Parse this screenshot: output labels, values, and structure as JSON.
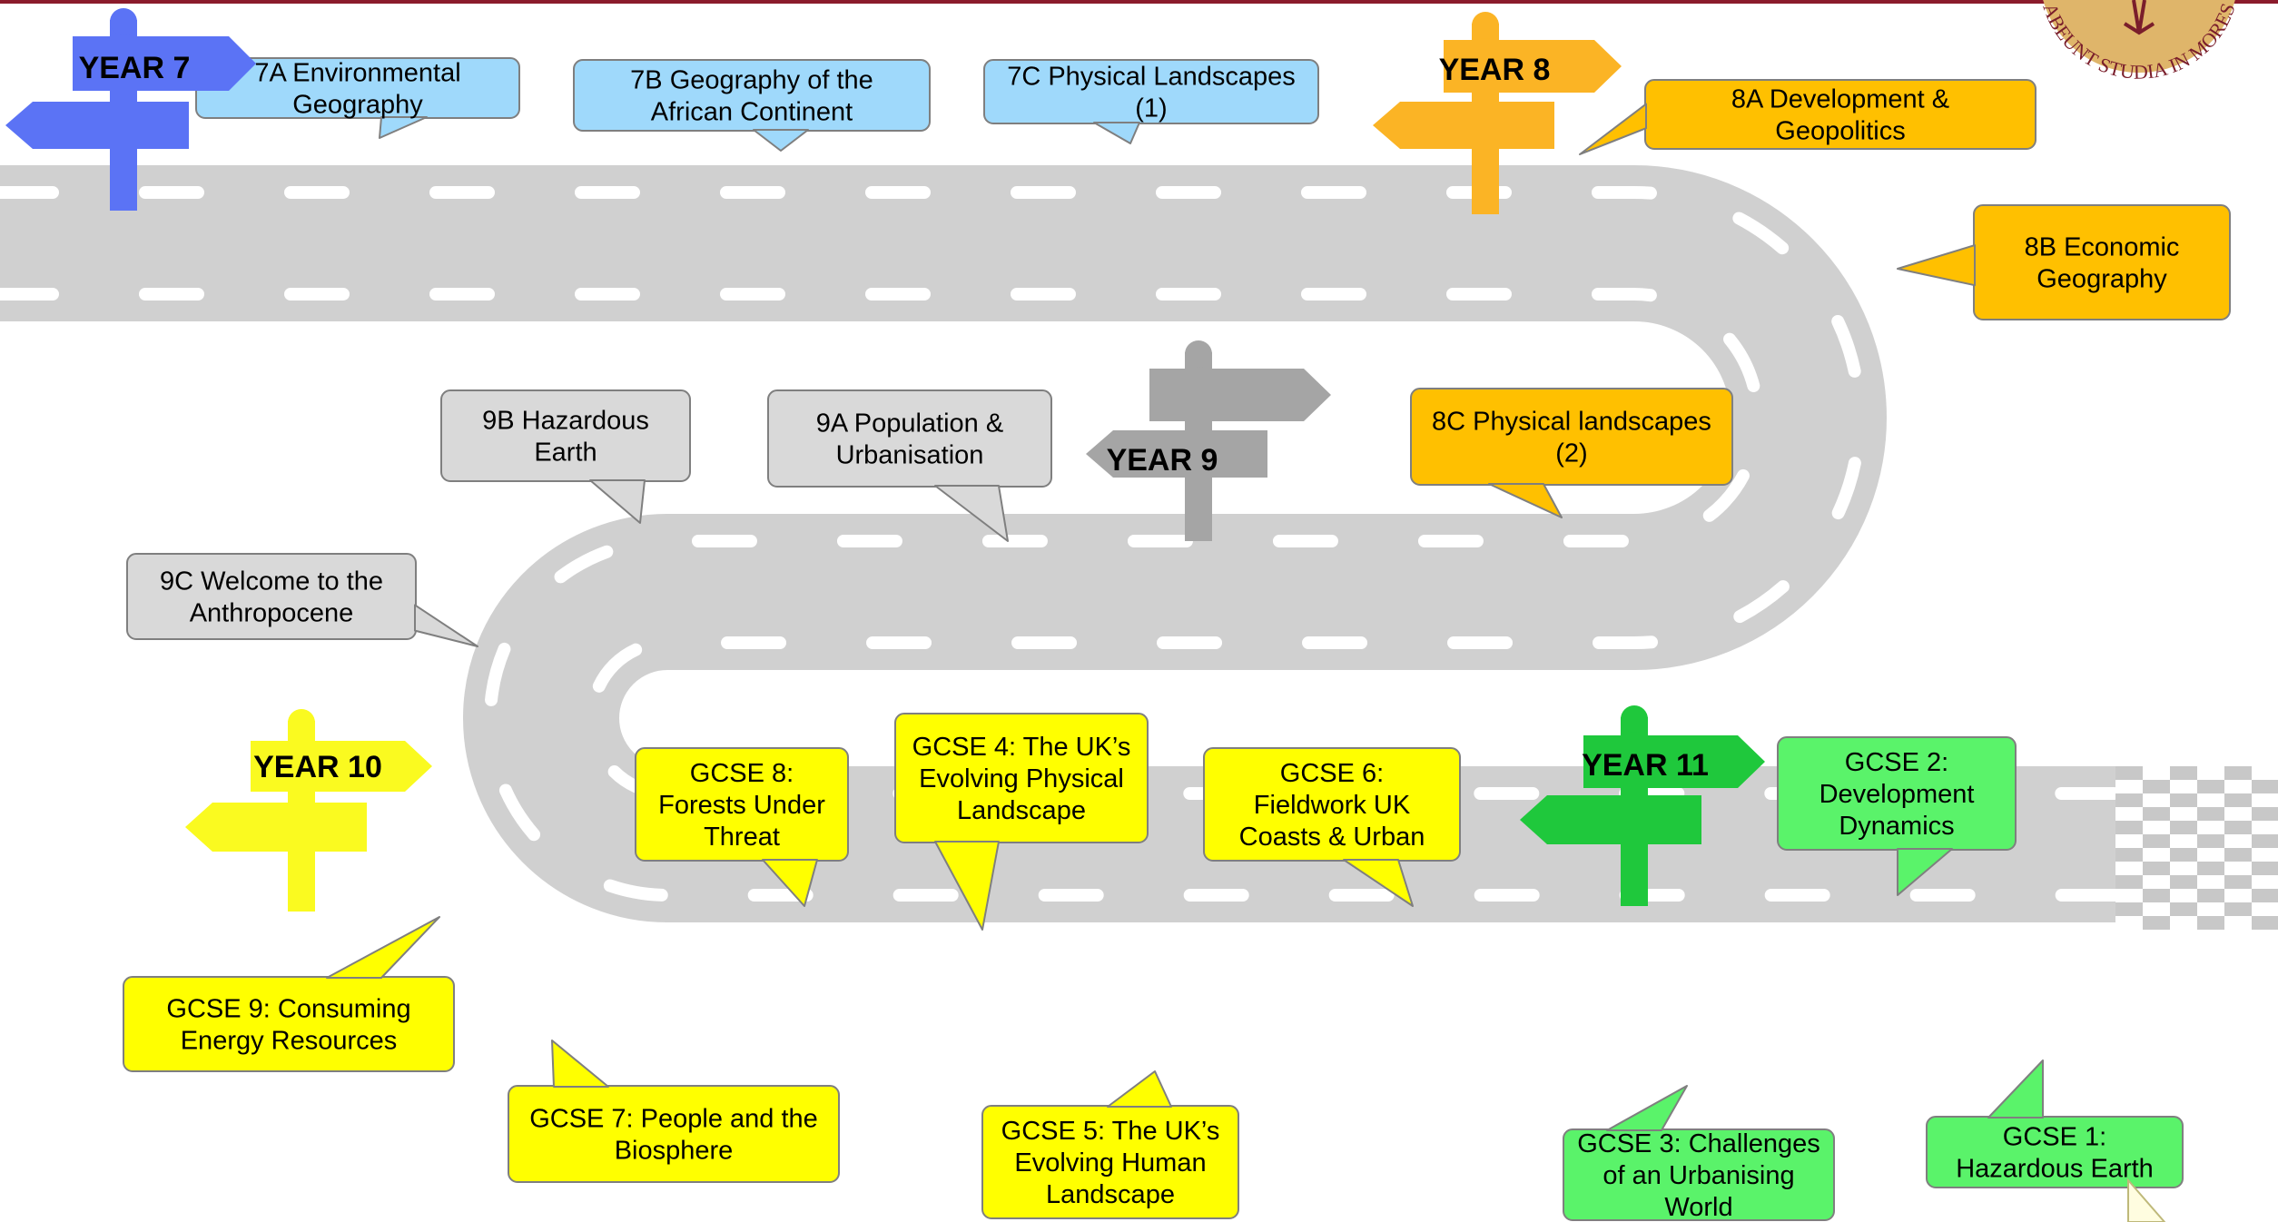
{
  "colors": {
    "year7": "#5b73f5",
    "year7_bubble": "#9fd9fb",
    "year8": "#fbb425",
    "year8_bubble": "#ffc000",
    "year9": "#a5a5a5",
    "year9_bubble": "#d9d9d9",
    "year10": "#fafa20",
    "year10_bubble": "#ffff00",
    "year11": "#1fc83c",
    "year11_bubble": "#5af36a",
    "road": "#d0d0d0",
    "dash": "#ffffff",
    "top_rule": "#8b1b2c",
    "logo": "#dfb56a",
    "logo_text": "#7a1e2b"
  },
  "signposts": [
    {
      "id": "year7",
      "label": "YEAR 7",
      "color_key": "year7",
      "text_color": "#000000"
    },
    {
      "id": "year8",
      "label": "YEAR 8",
      "color_key": "year8",
      "text_color": "#000000"
    },
    {
      "id": "year9",
      "label": "YEAR 9",
      "color_key": "year9",
      "text_color": "#000000"
    },
    {
      "id": "year10",
      "label": "YEAR 10",
      "color_key": "year10",
      "text_color": "#000000"
    },
    {
      "id": "year11",
      "label": "YEAR 11",
      "color_key": "year11",
      "text_color": "#000000"
    }
  ],
  "topics": [
    {
      "id": "7a",
      "lines": [
        "7A Environmental",
        "Geography"
      ],
      "year": "year7"
    },
    {
      "id": "7b",
      "lines": [
        "7B Geography of the",
        "African Continent"
      ],
      "year": "year7"
    },
    {
      "id": "7c",
      "lines": [
        "7C Physical Landscapes",
        "(1)"
      ],
      "year": "year7"
    },
    {
      "id": "8a",
      "lines": [
        "8A Development &",
        "Geopolitics"
      ],
      "year": "year8"
    },
    {
      "id": "8b",
      "lines": [
        "8B Economic",
        "Geography"
      ],
      "year": "year8"
    },
    {
      "id": "8c",
      "lines": [
        "8C Physical landscapes",
        "(2)"
      ],
      "year": "year8"
    },
    {
      "id": "9a",
      "lines": [
        "9A Population &",
        "Urbanisation"
      ],
      "year": "year9"
    },
    {
      "id": "9b",
      "lines": [
        "9B Hazardous",
        "Earth"
      ],
      "year": "year9"
    },
    {
      "id": "9c",
      "lines": [
        "9C Welcome to the",
        "Anthropocene"
      ],
      "year": "year9"
    },
    {
      "id": "gcse9",
      "lines": [
        "GCSE 9: Consuming",
        "Energy Resources"
      ],
      "year": "year10"
    },
    {
      "id": "gcse8",
      "lines": [
        "GCSE 8:",
        "Forests Under",
        "Threat"
      ],
      "year": "year10"
    },
    {
      "id": "gcse4",
      "lines": [
        "GCSE 4: The UK’s",
        "Evolving Physical",
        "Landscape"
      ],
      "year": "year10"
    },
    {
      "id": "gcse6",
      "lines": [
        "GCSE 6:",
        "Fieldwork UK",
        "Coasts & Urban"
      ],
      "year": "year10"
    },
    {
      "id": "gcse7",
      "lines": [
        "GCSE 7: People and the",
        "Biosphere"
      ],
      "year": "year10"
    },
    {
      "id": "gcse5",
      "lines": [
        "GCSE 5: The UK’s",
        "Evolving Human",
        "Landscape"
      ],
      "year": "year10"
    },
    {
      "id": "gcse2",
      "lines": [
        "GCSE 2:",
        "Development",
        "Dynamics"
      ],
      "year": "year11"
    },
    {
      "id": "gcse3",
      "lines": [
        "GCSE 3: Challenges",
        "of an Urbanising",
        "World"
      ],
      "year": "year11"
    },
    {
      "id": "gcse1",
      "lines": [
        "GCSE 1:",
        "Hazardous Earth"
      ],
      "year": "year11"
    }
  ],
  "logo": {
    "motto": "ABEUNT STUDIA IN MORES"
  }
}
